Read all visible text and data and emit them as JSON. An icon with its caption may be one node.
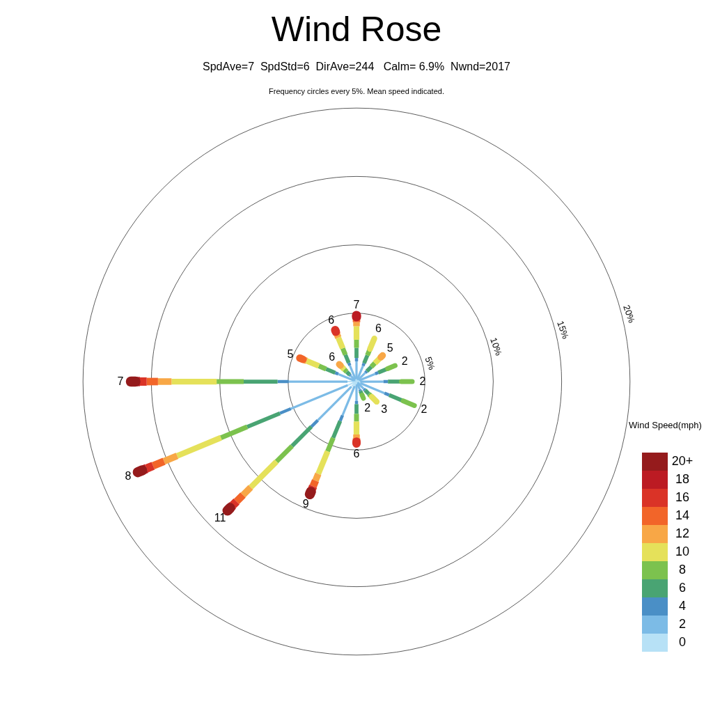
{
  "diagram": {
    "title": "Wind Rose",
    "labels": [
      "SpdAve=7  SpdStd=6  DirAve=244   Calm= 6.9%  Nwnd=2017",
      "Frequency circles every 5%. Mean speed indicated.",
      "7",
      "6",
      "6",
      "5",
      "5",
      "6",
      "2",
      "5%",
      "10%",
      "15%",
      "20%",
      "7",
      "2",
      "2",
      "3",
      "2",
      "Wind Speed(mph)",
      "6",
      "8",
      "9",
      "11"
    ],
    "legend": [
      {
        "text": "20+",
        "color": "#951b1c"
      },
      {
        "text": "18",
        "color": "#bc1b23"
      },
      {
        "text": "16",
        "color": "#da3327"
      },
      {
        "text": "14",
        "color": "#f26529"
      },
      {
        "text": "12",
        "color": "#f8a746"
      },
      {
        "text": "10",
        "color": "#e5e15a"
      },
      {
        "text": "8",
        "color": "#7cc24e"
      },
      {
        "text": "6",
        "color": "#49a473"
      },
      {
        "text": "4",
        "color": "#4a8fc6"
      },
      {
        "text": "2",
        "color": "#7cbbe6"
      },
      {
        "text": "0",
        "color": "#b7e1f6"
      }
    ]
  }
}
